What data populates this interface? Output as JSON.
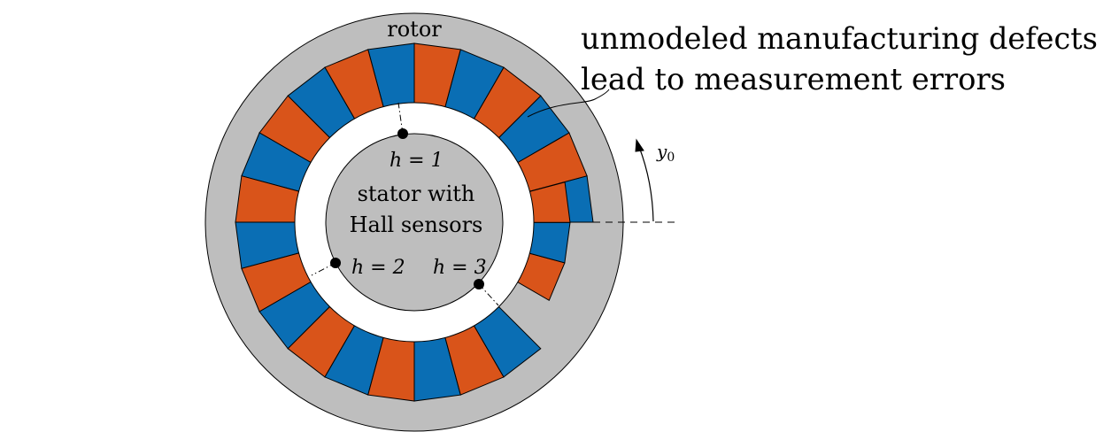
{
  "labels": {
    "rotor": "rotor",
    "stator_line1": "stator with",
    "stator_line2": "Hall sensors",
    "annotation_line1": "unmodeled manufacturing defects",
    "annotation_line2": "lead to measurement errors",
    "y0_symbol": "y",
    "y0_subscript": "0"
  },
  "sensors": [
    {
      "label": "h = 1"
    },
    {
      "label": "h = 2"
    },
    {
      "label": "h = 3"
    }
  ],
  "magnets": {
    "count": 24,
    "pattern_start": "blue",
    "defect_segments": [
      21,
      22,
      23
    ]
  },
  "colors": {
    "rotor": "#bebebe",
    "stator": "#bebebe",
    "magnet_blue": "#0a6eb4",
    "magnet_orange": "#d9541a",
    "air_gap": "#ffffff",
    "stroke": "#000000"
  }
}
